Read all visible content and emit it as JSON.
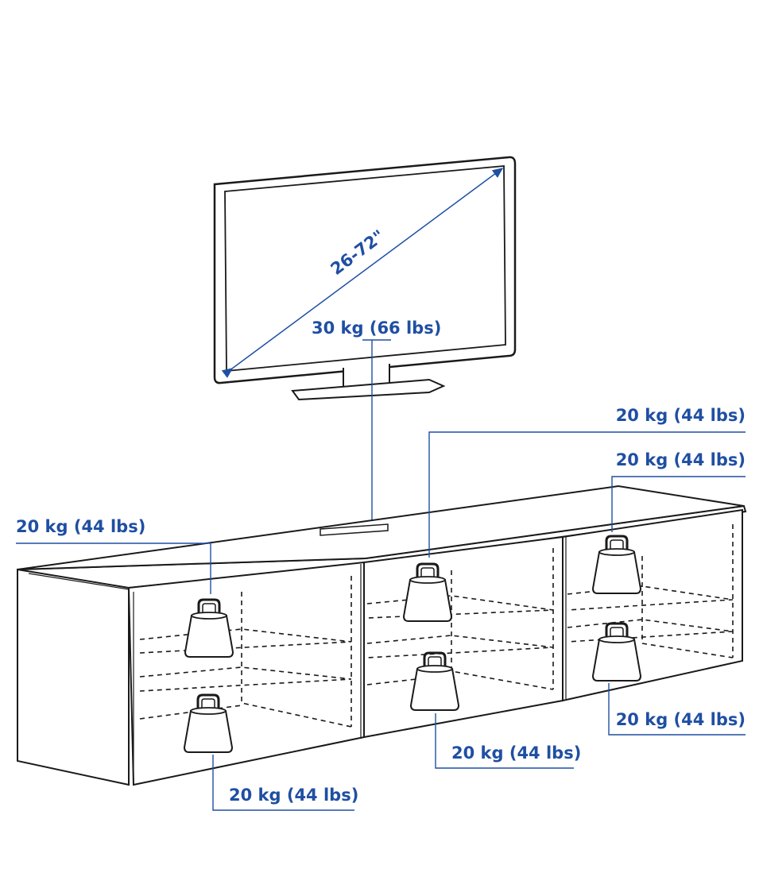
{
  "tv": {
    "diagonal_label": "26-72\"",
    "weight_label": "30 kg (66 lbs)"
  },
  "shelf_loads": [
    {
      "id": "left-top",
      "label": "20 kg (44 lbs)"
    },
    {
      "id": "left-bottom",
      "label": "20 kg (44 lbs)"
    },
    {
      "id": "middle-top",
      "label": "20 kg (44 lbs)"
    },
    {
      "id": "middle-bottom",
      "label": "20 kg (44 lbs)"
    },
    {
      "id": "right-top",
      "label": "20 kg (44 lbs)"
    },
    {
      "id": "right-bottom",
      "label": "20 kg (44 lbs)"
    }
  ],
  "colors": {
    "annotation": "#1f4fa3",
    "line": "#1a1a1a",
    "fill": "#ffffff"
  }
}
